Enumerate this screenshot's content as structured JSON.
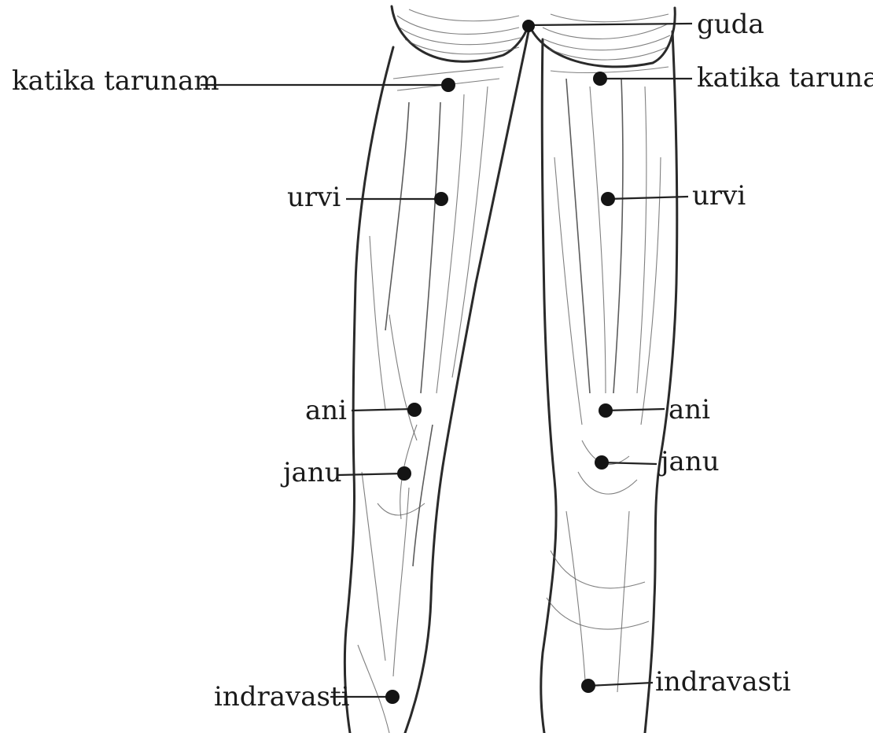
{
  "labels": {
    "guda": "guda",
    "katika_tarunam_left": "katika tarunam",
    "katika_tarunam_right": "katika tarunam",
    "urvi_left": "urvi",
    "urvi_right": "urvi",
    "ani_left": "ani",
    "ani_right": "ani",
    "janu_left": "janu",
    "janu_right": "janu",
    "indravasti_left": "indravasti",
    "indravasti_right": "indravasti"
  },
  "colors": {
    "ink": "#141414",
    "background": "#ffffff"
  }
}
